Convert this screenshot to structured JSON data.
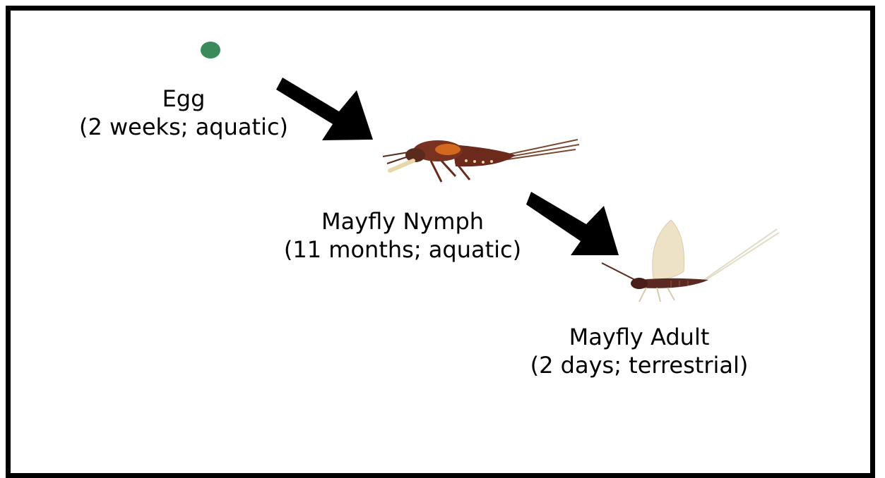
{
  "stages": [
    {
      "id": "egg",
      "name": "Egg",
      "detail": "(2 weeks; aquatic)",
      "icon": "egg-dot-icon"
    },
    {
      "id": "nymph",
      "name": "Mayfly Nymph",
      "detail": "(11 months; aquatic)",
      "icon": "mayfly-nymph-icon"
    },
    {
      "id": "adult",
      "name": "Mayfly Adult",
      "detail": "(2 days; terrestrial)",
      "icon": "mayfly-adult-icon"
    }
  ],
  "colors": {
    "egg": "#3a8a5c",
    "arrow": "#000000",
    "nymph_body": "#6b2a1c",
    "nymph_accent": "#d2691e",
    "adult_body": "#5a2a22",
    "adult_wing": "#ede2c6",
    "frame": "#000000"
  }
}
